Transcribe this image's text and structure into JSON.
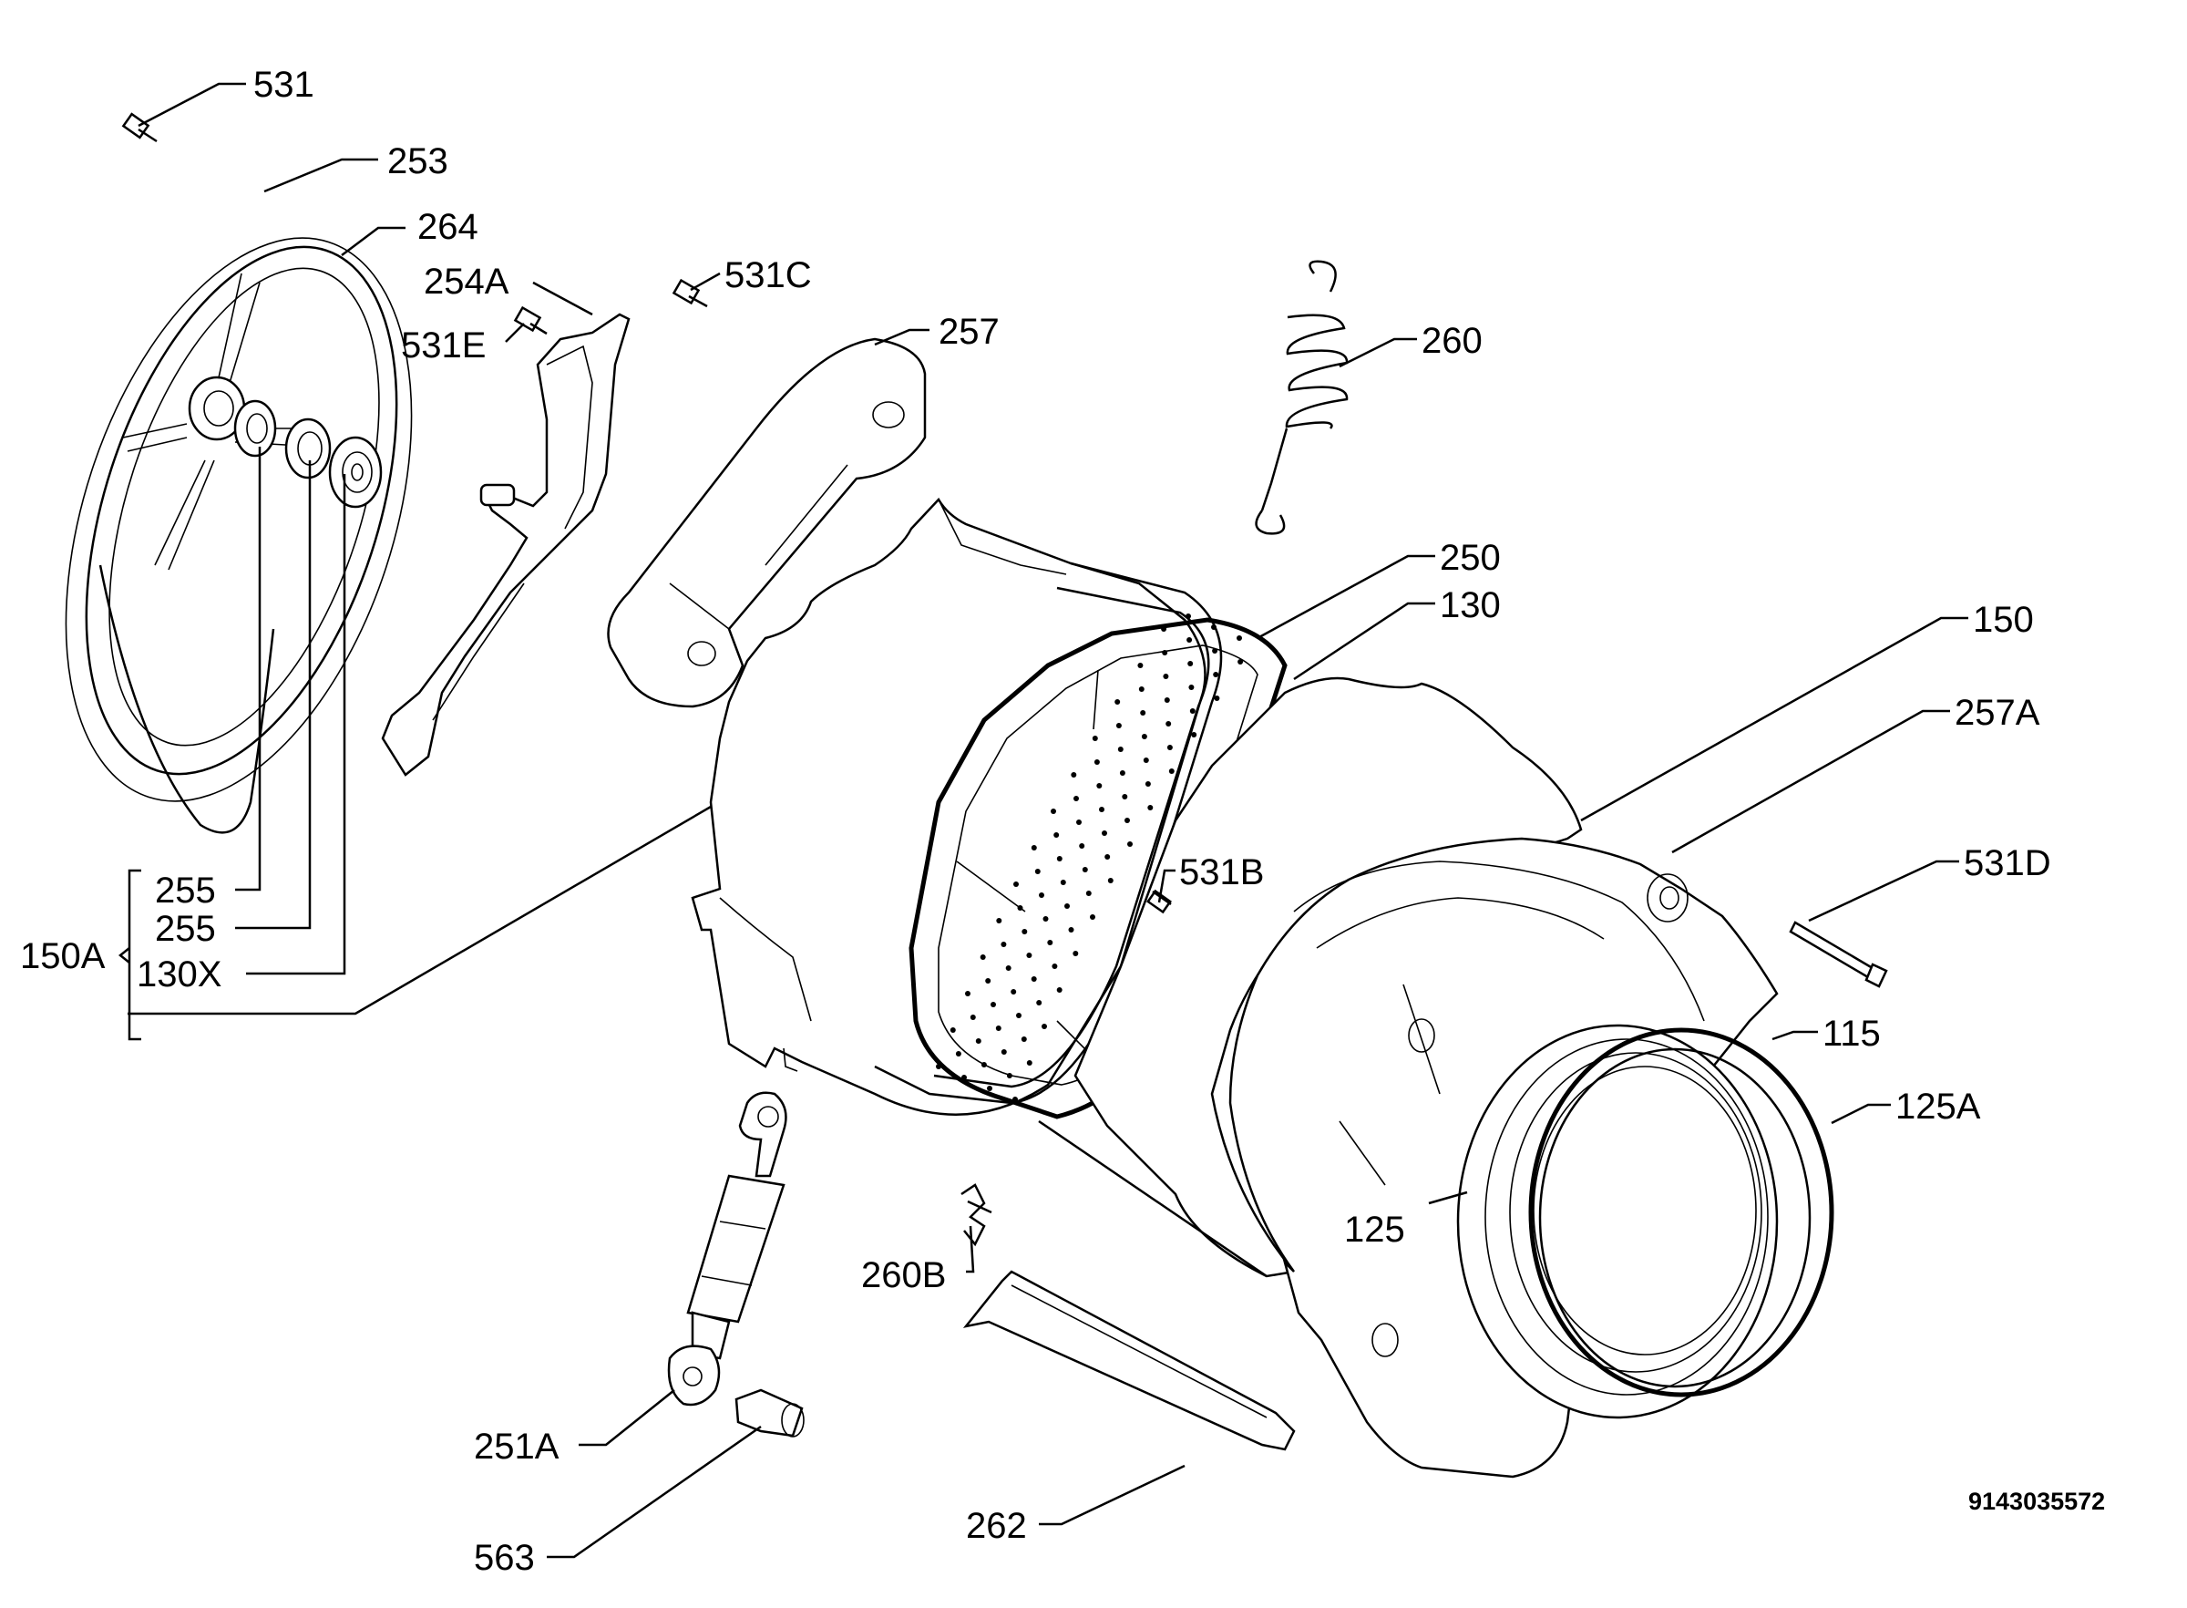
{
  "callouts": {
    "p531": "531",
    "p253": "253",
    "p264": "264",
    "p254A": "254A",
    "p531C": "531C",
    "p531E": "531E",
    "p257": "257",
    "p260": "260",
    "p250": "250",
    "p130": "130",
    "p150": "150",
    "p257A": "257A",
    "p531D": "531D",
    "p531B": "531B",
    "p255a": "255",
    "p255b": "255",
    "p150A": "150A",
    "p130X": "130X",
    "p115": "115",
    "p125A": "125A",
    "p125": "125",
    "p260B": "260B",
    "p251A": "251A",
    "p563": "563",
    "p262": "262"
  },
  "document_number": "9143035572"
}
